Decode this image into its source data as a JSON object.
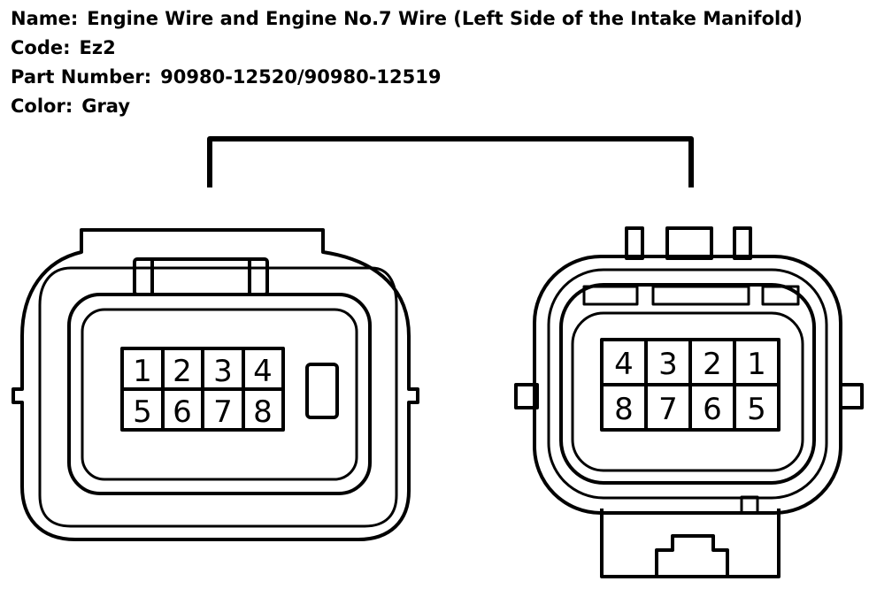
{
  "header": {
    "name_label": "Name:",
    "name_value": "Engine Wire and Engine No.7 Wire (Left Side of the Intake Manifold)",
    "code_label": "Code:",
    "code_value": "Ez2",
    "part_label": "Part Number:",
    "part_value": "90980-12520/90980-12519",
    "color_label": "Color:",
    "color_value": "Gray"
  },
  "left_connector": {
    "top_row": [
      "1",
      "2",
      "3",
      "4"
    ],
    "bottom_row": [
      "5",
      "6",
      "7",
      "8"
    ]
  },
  "right_connector": {
    "top_row": [
      "4",
      "3",
      "2",
      "1"
    ],
    "bottom_row": [
      "8",
      "7",
      "6",
      "5"
    ]
  }
}
